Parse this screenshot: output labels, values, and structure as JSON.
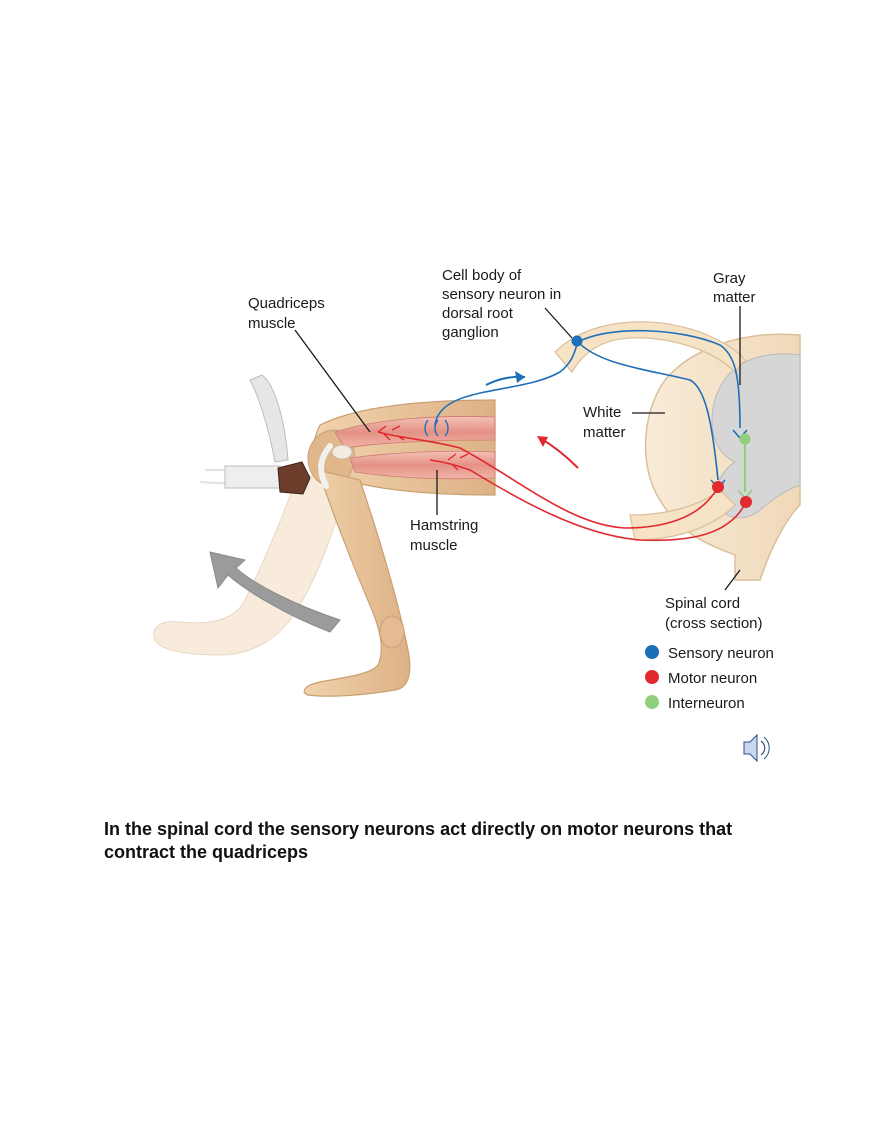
{
  "labels": {
    "quadriceps": [
      "Quadriceps",
      "muscle"
    ],
    "cell_body": [
      "Cell body of",
      "sensory neuron in",
      "dorsal root",
      "ganglion"
    ],
    "gray_matter": [
      "Gray",
      "matter"
    ],
    "white_matter": [
      "White",
      "matter"
    ],
    "hamstring": [
      "Hamstring",
      "muscle"
    ],
    "spinal_cord": [
      "Spinal cord",
      "(cross section)"
    ]
  },
  "legend": [
    {
      "label": "Sensory neuron",
      "color": "#1f6fb8"
    },
    {
      "label": "Motor neuron",
      "color": "#e02a2f"
    },
    {
      "label": "Interneuron",
      "color": "#8fcf7e"
    }
  ],
  "colors": {
    "sensory": "#1f6fb8",
    "motor": "#e02a2f",
    "interneuron": "#8fcf7e",
    "skin": "#e8c39a",
    "muscle": "#e9a39a",
    "gray_matter": "#d6d6d6",
    "white_matter": "#f6e6cf"
  },
  "icons": {
    "speaker": "speaker-icon"
  },
  "caption": "In the spinal cord the sensory neurons act directly on motor neurons that contract the quadriceps"
}
